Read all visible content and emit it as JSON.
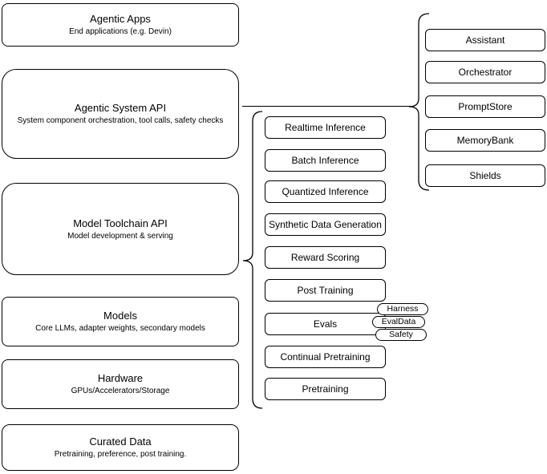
{
  "diagram": {
    "left_stack": [
      {
        "title": "Agentic Apps",
        "subtitle": "End applications (e.g. Devin)"
      },
      {
        "title": "Agentic System API",
        "subtitle": "System component orchestration, tool calls, safety checks"
      },
      {
        "title": "Model Toolchain API",
        "subtitle": "Model development & serving"
      },
      {
        "title": "Models",
        "subtitle": "Core LLMs, adapter weights, secondary models"
      },
      {
        "title": "Hardware",
        "subtitle": "GPUs/Accelerators/Storage"
      },
      {
        "title": "Curated Data",
        "subtitle": "Pretraining, preference, post training."
      }
    ],
    "toolchain_group": {
      "items": [
        "Realtime Inference",
        "Batch Inference",
        "Quantized Inference",
        "Synthetic Data Generation",
        "Reward Scoring",
        "Post Training",
        "Evals",
        "Continual Pretraining",
        "Pretraining"
      ],
      "eval_badges": [
        "Harness",
        "EvalData",
        "Safety"
      ]
    },
    "system_group": {
      "items": [
        "Assistant",
        "Orchestrator",
        "PromptStore",
        "MemoryBank",
        "Shields"
      ]
    },
    "colors": {
      "stroke": "#000000",
      "fill": "#ffffff",
      "text": "#000000"
    }
  }
}
